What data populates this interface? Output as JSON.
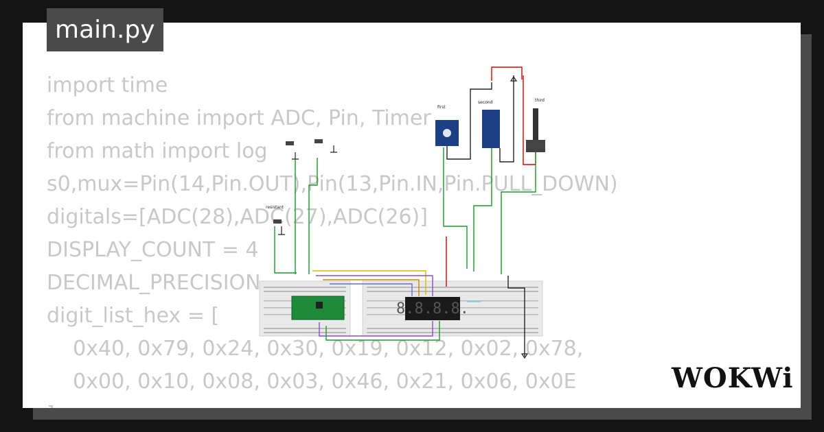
{
  "tab": {
    "filename": "main.py"
  },
  "code_lines": [
    "import time",
    "from machine import ADC, Pin, Timer",
    "from math import log",
    "s0,mux=Pin(14,Pin.OUT),Pin(13,Pin.IN,Pin.PULL_DOWN)",
    "digitals=[ADC(28),ADC(27),ADC(26)]",
    "DISPLAY_COUNT = 4",
    "DECIMAL_PRECISION_",
    "digit_list_hex = [",
    "    0x40, 0x79, 0x24, 0x30, 0x19, 0x12, 0x02, 0x78,",
    "    0x00, 0x10, 0x08, 0x03, 0x46, 0x21, 0x06, 0x0E",
    "]"
  ],
  "circuit": {
    "labels": {
      "resistant": "resistant",
      "first": "first",
      "second": "second",
      "third": "third"
    },
    "display_digits": "8.8.8.8."
  },
  "brand": {
    "logo": "WOKWi"
  },
  "colors": {
    "background": "#141414",
    "card": "#ffffff",
    "tab": "#4a4a4a",
    "code": "#c8c8c8"
  }
}
